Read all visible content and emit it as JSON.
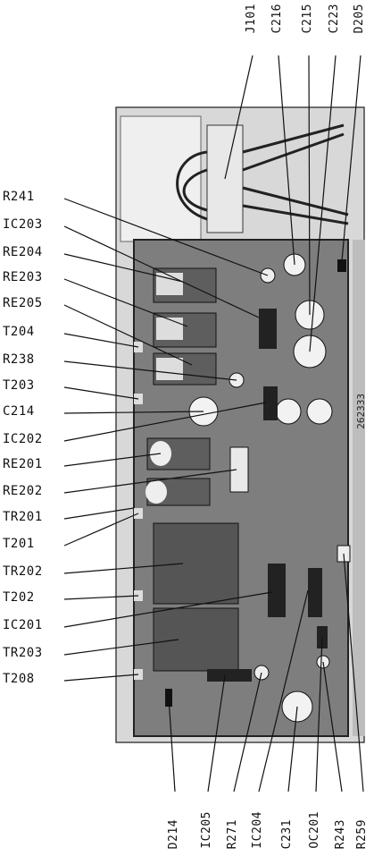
{
  "left_labels": [
    "R241",
    "IC203",
    "RE204",
    "RE203",
    "RE205",
    "T204",
    "R238",
    "T203",
    "C214",
    "IC202",
    "RE201",
    "RE202",
    "TR201",
    "T201",
    "TR202",
    "T202",
    "IC201",
    "TR203",
    "T208"
  ],
  "top_labels": [
    "J101",
    "C216",
    "C215",
    "C223",
    "D205"
  ],
  "bottom_labels": [
    "D214",
    "IC205",
    "R271",
    "IC204",
    "C231",
    "OC201",
    "R243",
    "R259"
  ],
  "board_code": "262333",
  "colors": {
    "ink": "#111111",
    "board": "#8a8a8a",
    "chassis": "#cfcfcf"
  }
}
